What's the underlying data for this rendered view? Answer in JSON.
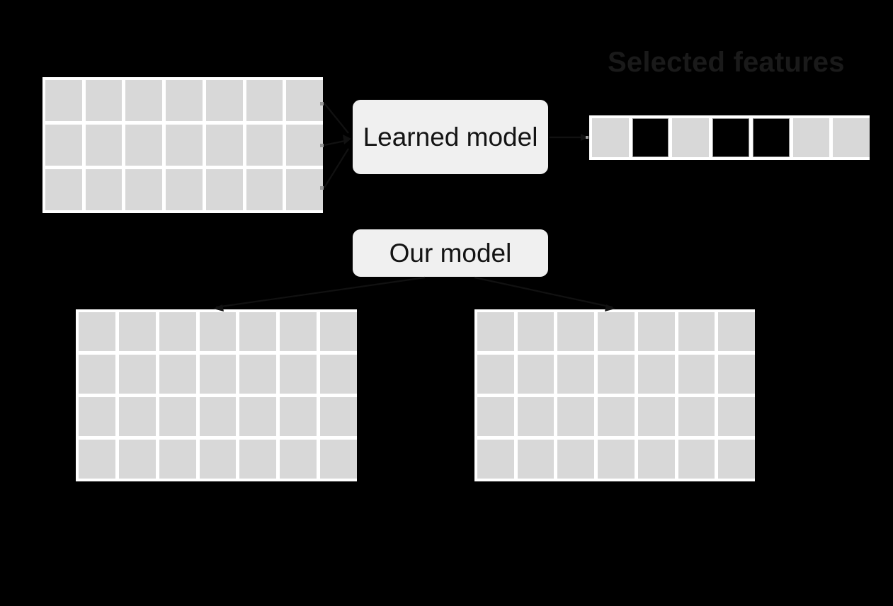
{
  "diagram": {
    "background_color": "#000000",
    "title": "Selected features",
    "title_color": "#1a1a1a",
    "cell_color": "#d8d8d8",
    "selected_cell_color": "#000000",
    "box_color": "#f0f0f0",
    "box_text_color": "#141414"
  },
  "boxes": {
    "learned_model": "Learned model",
    "our_model": "Our model"
  },
  "matrices": {
    "input": {
      "name": "input-matrix",
      "columns": 7,
      "rows": 3,
      "selected": []
    },
    "features": {
      "name": "selected-features-row",
      "columns": 7,
      "rows": 1,
      "selected": [
        1,
        3,
        4
      ]
    },
    "output_left": {
      "name": "output-matrix-left",
      "columns": 7,
      "rows": 4,
      "selected": []
    },
    "output_right": {
      "name": "output-matrix-right",
      "columns": 7,
      "rows": 4,
      "selected": []
    }
  },
  "connectors": [
    {
      "name": "input-to-learned-model",
      "from": "input-matrix",
      "to": "learned-model"
    },
    {
      "name": "learned-model-to-features",
      "from": "learned-model",
      "to": "selected-features-row"
    },
    {
      "name": "our-model-to-output-left",
      "from": "our-model",
      "to": "output-matrix-left"
    },
    {
      "name": "our-model-to-output-right",
      "from": "our-model",
      "to": "output-matrix-right"
    }
  ]
}
